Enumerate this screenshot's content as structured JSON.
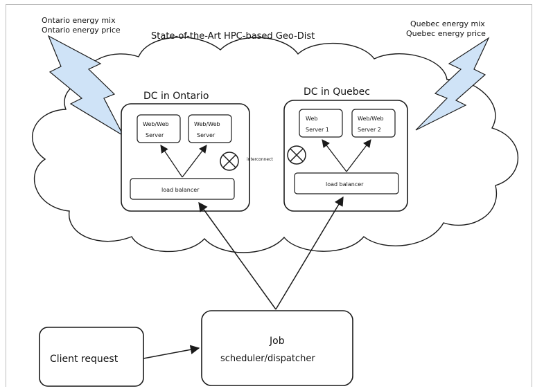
{
  "title": "State-of-the-Art HPC-based Geo-Dist",
  "energy": {
    "ontario": {
      "line1": "Ontario energy mix",
      "line2": "Ontario energy price"
    },
    "quebec": {
      "line1": "Quebec energy mix",
      "line2": "Quebec energy price"
    }
  },
  "dc_ontario": {
    "title": "DC in Ontario",
    "servers": [
      {
        "line1": "Web/Web",
        "line2": "Server"
      },
      {
        "line1": "Web/Web",
        "line2": "Server"
      }
    ],
    "load_balancer": "load balancer"
  },
  "dc_quebec": {
    "title": "DC in Quebec",
    "servers": [
      {
        "line1": "Web",
        "line2": "Server 1"
      },
      {
        "line1": "Web/Web",
        "line2": "Server 2"
      }
    ],
    "load_balancer": "load balancer"
  },
  "link_label": "interconnect",
  "client_request": "Client request",
  "job_scheduler": {
    "line1": "Job",
    "line2": "scheduler/dispatcher"
  },
  "colors": {
    "bolt_fill": "#cfe3f7",
    "stroke": "#1a1a1a",
    "background": "#ffffff"
  }
}
